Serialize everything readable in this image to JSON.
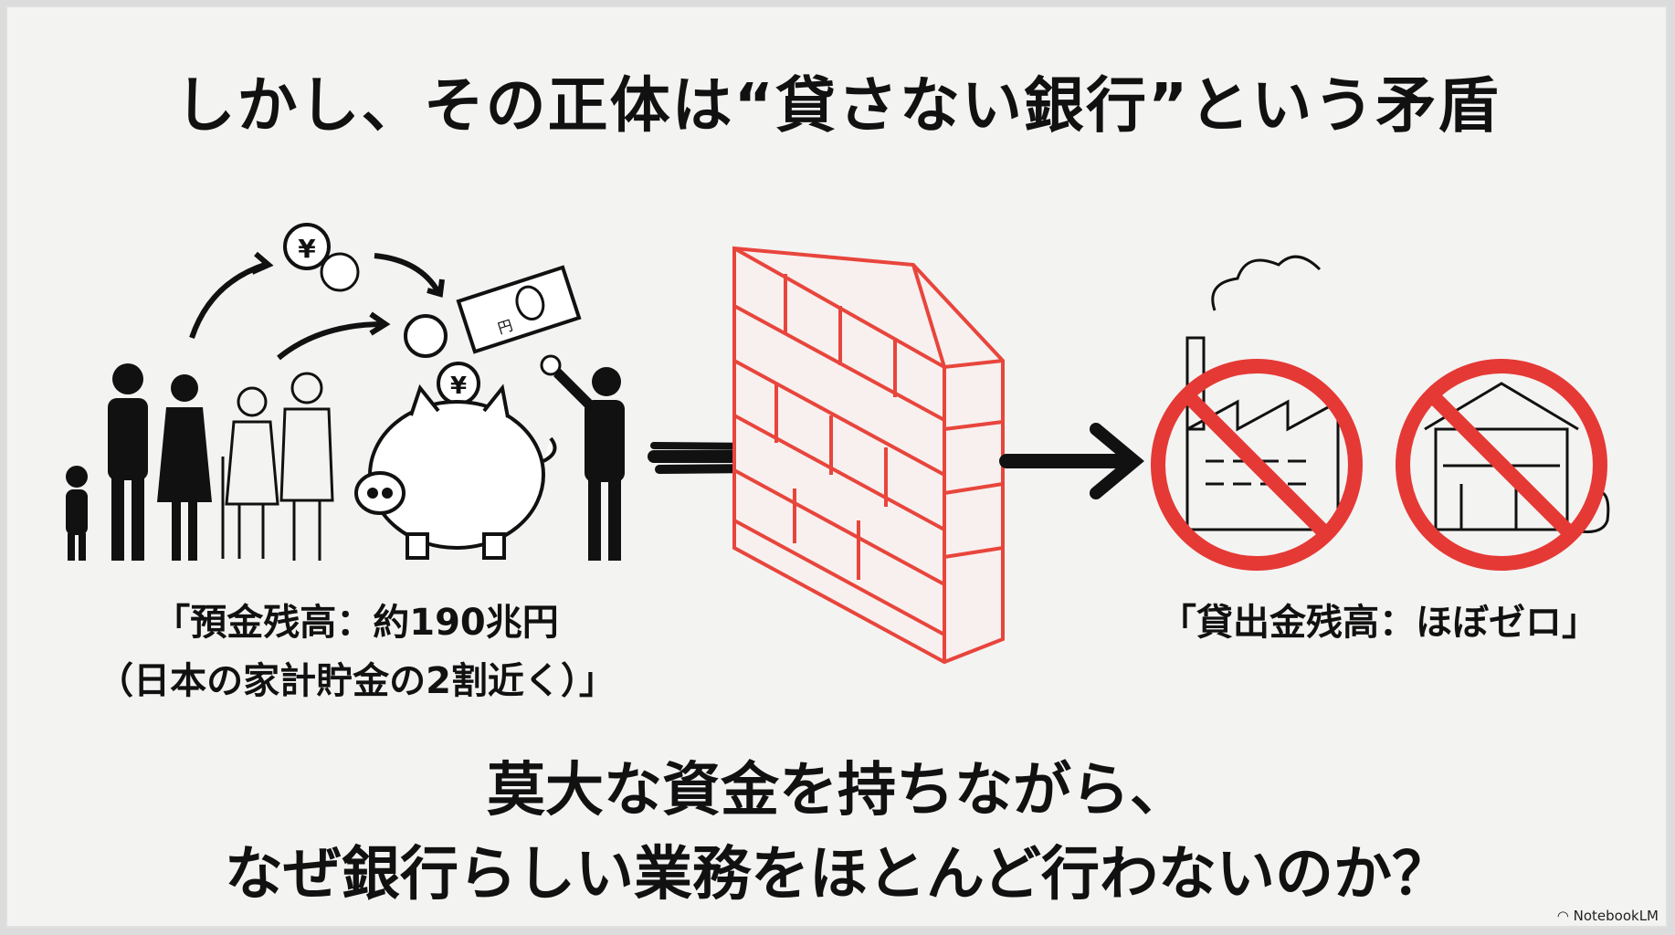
{
  "title": "しかし、その正体は“貸さない銀行”という矛盾",
  "left_caption": {
    "line1": "「預金残高：約190兆円",
    "line2": "（日本の家計貯金の2割近く）」"
  },
  "right_caption": "「貸出金残高：ほぼゼロ」",
  "bottom": {
    "line1": "莫大な資金を持ちながら、",
    "line2": "なぜ銀行らしい業務をほとんど行わないのか？"
  },
  "coin_symbol": "¥",
  "banknote_label": "円",
  "watermark": "NotebookLM",
  "colors": {
    "wall": "#e8453c",
    "prohibit": "#e53935",
    "ink": "#111111"
  }
}
